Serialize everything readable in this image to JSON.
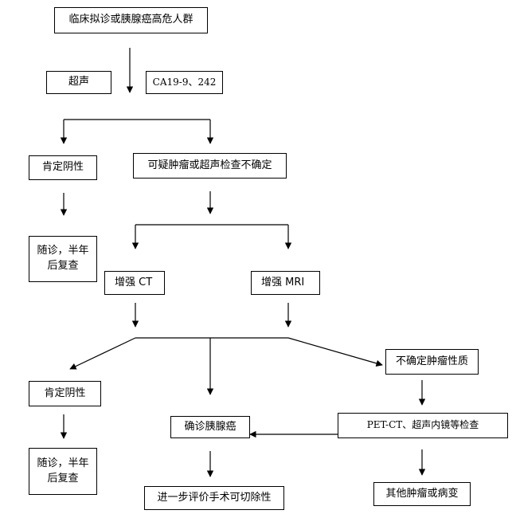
{
  "nodes": {
    "high_risk": "临床拟诊或胰腺癌高危人群",
    "ultrasound": "超声",
    "ca199": "CA19-9、242",
    "negative_1": "肯定阴性",
    "uncertain_ultrasound": "可疑肿瘤或超声检查不确定",
    "followup_1": "随诊，半年\n后复查",
    "enhanced_ct": "增强 CT",
    "enhanced_mri": "增强 MRI",
    "negative_2": "肯定阴性",
    "uncertain_nature": "不确定肿瘤性质",
    "followup_2": "随诊，半年\n后复查",
    "confirmed": "确诊胰腺癌",
    "pet_ct": "PET-CT、超声内镜等检查",
    "evaluate_surgery": "进一步评价手术可切除性",
    "other_tumor": "其他肿瘤或病变"
  }
}
